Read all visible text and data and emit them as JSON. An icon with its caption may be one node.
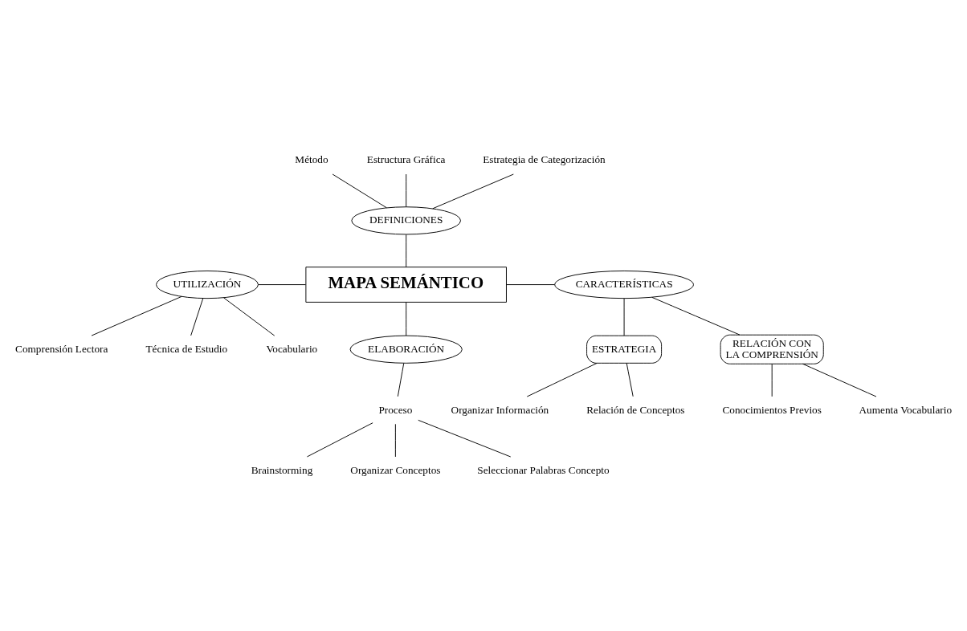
{
  "diagram": {
    "nodes": [
      {
        "text": [
          "MAPA SEMÁNTICO"
        ]
      },
      {
        "text": [
          "DEFINICIONES"
        ]
      },
      {
        "text": [
          "Método"
        ]
      },
      {
        "text": [
          "Estructura Gráfica"
        ]
      },
      {
        "text": [
          "Estrategia de Categorización"
        ]
      },
      {
        "text": [
          "UTILIZACIÓN"
        ]
      },
      {
        "text": [
          "Comprensión Lectora"
        ]
      },
      {
        "text": [
          "Técnica de Estudio"
        ]
      },
      {
        "text": [
          "Vocabulario"
        ]
      },
      {
        "text": [
          "CARACTERÍSTICAS"
        ]
      },
      {
        "text": [
          "ESTRATEGIA"
        ]
      },
      {
        "text": [
          "RELACIÓN CON LA COMPRENSIÓN"
        ]
      },
      {
        "text": [
          "Relación de Conceptos"
        ]
      },
      {
        "text": [
          "Organizar Información"
        ]
      },
      {
        "text": [
          "Aumenta Vocabulario"
        ]
      },
      {
        "text": [
          "Conocimientos Previos"
        ]
      },
      {
        "text": [
          "ELABORACIÓN"
        ]
      },
      {
        "text": [
          "Proceso"
        ]
      },
      {
        "text": [
          "Brainstorming"
        ]
      },
      {
        "text": [
          "Organizar Conceptos"
        ]
      },
      {
        "text": [
          "Seleccionar Palabras Concepto"
        ]
      }
    ],
    "edges": [
      {
        "from": 2,
        "to": 1,
        "arrow": "none"
      },
      {
        "from": 3,
        "to": 1,
        "arrow": "none"
      },
      {
        "from": 4,
        "to": 1,
        "arrow": "none"
      },
      {
        "from": 1,
        "to": 0,
        "arrow": "none"
      },
      {
        "from": 5,
        "to": 0,
        "arrow": "none"
      },
      {
        "from": 0,
        "to": 9,
        "arrow": "none"
      },
      {
        "from": 5,
        "to": 6,
        "arrow": "none"
      },
      {
        "from": 5,
        "to": 7,
        "arrow": "none"
      },
      {
        "from": 5,
        "to": 8,
        "arrow": "none"
      },
      {
        "from": 9,
        "to": 10,
        "arrow": "none"
      },
      {
        "from": 9,
        "to": 11,
        "arrow": "none"
      },
      {
        "from": 10,
        "to": 12,
        "arrow": "none"
      },
      {
        "from": 10,
        "to": 13,
        "arrow": "none"
      },
      {
        "from": 11,
        "to": 14,
        "arrow": "none"
      },
      {
        "from": 11,
        "to": 15,
        "arrow": "none"
      },
      {
        "from": 0,
        "to": 16,
        "arrow": "none"
      },
      {
        "from": 16,
        "to": 17,
        "arrow": "none"
      },
      {
        "from": 17,
        "to": 18,
        "arrow": "none"
      },
      {
        "from": 17,
        "to": 19,
        "arrow": "none"
      },
      {
        "from": 17,
        "to": 20,
        "arrow": "none"
      }
    ]
  }
}
